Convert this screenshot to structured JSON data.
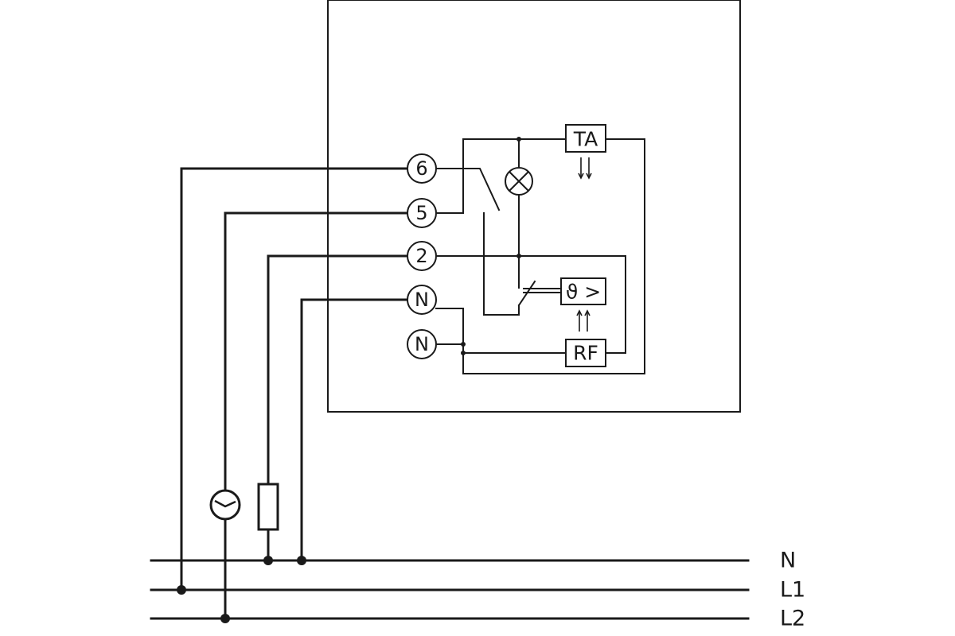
{
  "terminals": {
    "t6": "6",
    "t5": "5",
    "t2": "2",
    "tN1": "N",
    "tN2": "N"
  },
  "components": {
    "ta": "TA",
    "rf": "RF",
    "thermo": "ϑ >"
  },
  "bus": {
    "n": "N",
    "l1": "L1",
    "l2": "L2"
  },
  "colors": {
    "line": "#1a1a1a",
    "background": "#ffffff"
  }
}
